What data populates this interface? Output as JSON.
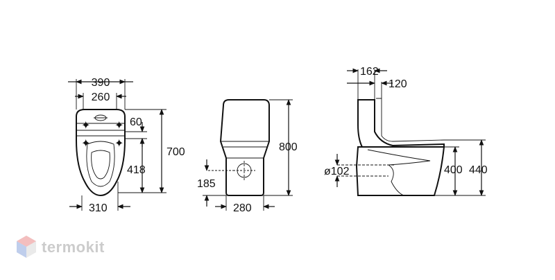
{
  "watermark": {
    "text": "termokit",
    "logo_colors": [
      "#f2b8b8",
      "#b9c9ea",
      "#e8e8e8"
    ]
  },
  "top_view": {
    "dim_total_width": "390",
    "dim_tank_width": "260",
    "dim_60": "60",
    "dim_height": "700",
    "dim_418": "418",
    "dim_base": "310"
  },
  "front_view": {
    "dim_height": "800",
    "dim_outlet": "185",
    "dim_base": "280"
  },
  "side_view": {
    "dim_162": "162",
    "dim_120": "120",
    "dim_pipe": "ø102",
    "dim_400": "400",
    "dim_440": "440"
  },
  "colors": {
    "line": "#111111",
    "watermark_text": "#c7c7c7"
  }
}
